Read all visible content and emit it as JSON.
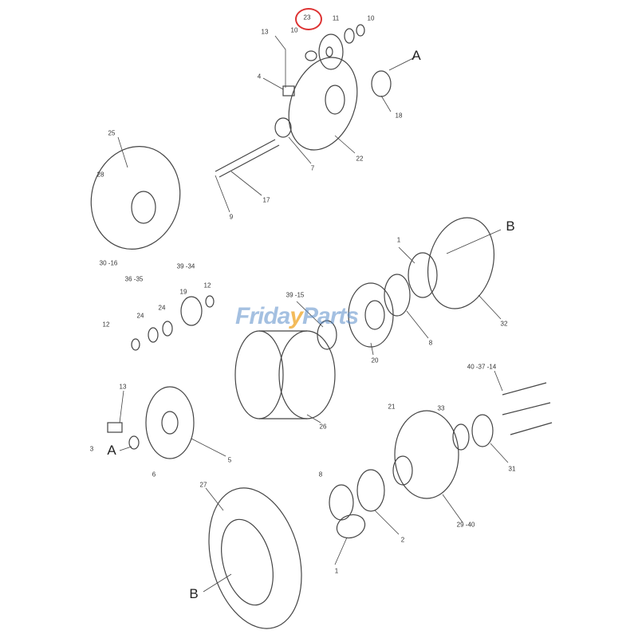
{
  "watermark": {
    "part1": "Frid",
    "part2": "a",
    "part3": "y",
    "part4": "Parts"
  },
  "highlight_color": "#dd3333",
  "labels": [
    {
      "id": "23",
      "text": "23",
      "highlighted": true
    },
    {
      "id": "11",
      "text": "11"
    },
    {
      "id": "10a",
      "text": "10"
    },
    {
      "id": "10b",
      "text": "10"
    },
    {
      "id": "13a",
      "text": "13"
    },
    {
      "id": "Aa",
      "text": "A"
    },
    {
      "id": "4",
      "text": "4"
    },
    {
      "id": "18",
      "text": "18"
    },
    {
      "id": "7",
      "text": "7"
    },
    {
      "id": "22",
      "text": "22"
    },
    {
      "id": "25",
      "text": "25"
    },
    {
      "id": "28",
      "text": "28"
    },
    {
      "id": "17",
      "text": "17"
    },
    {
      "id": "9",
      "text": "9"
    },
    {
      "id": "30-16",
      "text": "30 -16"
    },
    {
      "id": "39-34",
      "text": "39 -34"
    },
    {
      "id": "36-35",
      "text": "36 -35"
    },
    {
      "id": "Ba",
      "text": "B"
    },
    {
      "id": "1a",
      "text": "1"
    },
    {
      "id": "32",
      "text": "32"
    },
    {
      "id": "19",
      "text": "19"
    },
    {
      "id": "12a",
      "text": "12"
    },
    {
      "id": "24a",
      "text": "24"
    },
    {
      "id": "24b",
      "text": "24"
    },
    {
      "id": "12b",
      "text": "12"
    },
    {
      "id": "39-15",
      "text": "39 -15"
    },
    {
      "id": "8a",
      "text": "8"
    },
    {
      "id": "20",
      "text": "20"
    },
    {
      "id": "13b",
      "text": "13"
    },
    {
      "id": "3",
      "text": "3"
    },
    {
      "id": "Ab",
      "text": "A"
    },
    {
      "id": "6",
      "text": "6"
    },
    {
      "id": "5",
      "text": "5"
    },
    {
      "id": "26",
      "text": "26"
    },
    {
      "id": "40-37-14",
      "text": "40 -37 -14"
    },
    {
      "id": "21",
      "text": "21"
    },
    {
      "id": "33",
      "text": "33"
    },
    {
      "id": "31",
      "text": "31"
    },
    {
      "id": "29-40",
      "text": "29 -40"
    },
    {
      "id": "27",
      "text": "27"
    },
    {
      "id": "8b",
      "text": "8"
    },
    {
      "id": "2",
      "text": "2"
    },
    {
      "id": "1b",
      "text": "1"
    },
    {
      "id": "Bb",
      "text": "B"
    }
  ]
}
